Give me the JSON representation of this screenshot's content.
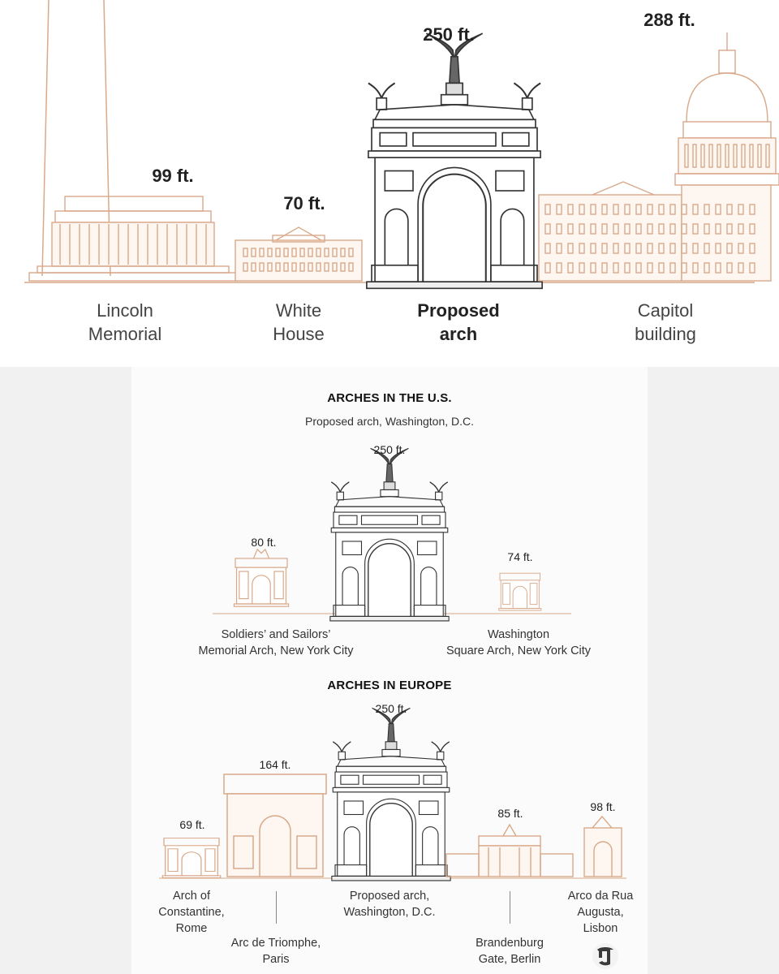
{
  "top": {
    "buildings": [
      {
        "height": "99 ft.",
        "label_line1": "Lincoln",
        "label_line2": "Memorial"
      },
      {
        "height": "70 ft.",
        "label_line1": "White",
        "label_line2": "House"
      },
      {
        "height": "250 ft.",
        "label_line1": "Proposed",
        "label_line2": "arch"
      },
      {
        "height": "288 ft.",
        "label_line1": "Capitol",
        "label_line2": "building"
      }
    ]
  },
  "us": {
    "title": "ARCHES IN THE U.S.",
    "subtitle": "Proposed arch, Washington, D.C.",
    "proposed_height": "250 ft.",
    "left": {
      "height": "80 ft.",
      "line1": "Soldiers’ and Sailors’",
      "line2": "Memorial Arch, New York City"
    },
    "right": {
      "height": "74 ft.",
      "line1": "Washington",
      "line2": "Square Arch, New York City"
    }
  },
  "europe": {
    "title": "ARCHES IN EUROPE",
    "proposed_height": "250 ft.",
    "items": [
      {
        "height": "69 ft.",
        "line1": "Arch of",
        "line2": "Constantine,",
        "line3": "Rome"
      },
      {
        "height": "164 ft.",
        "line1": "Arc de Triomphe,",
        "line2": "Paris"
      },
      {
        "line1": "Proposed arch,",
        "line2": "Washington, D.C."
      },
      {
        "height": "85 ft.",
        "line1": "Brandenburg",
        "line2": "Gate, Berlin"
      },
      {
        "height": "98 ft.",
        "line1": "Arco da Rua",
        "line2": "Augusta,",
        "line3": "Lisbon"
      }
    ]
  },
  "colors": {
    "accent_orange": "#d9a98a",
    "ink": "#2b2b2b",
    "text": "#333333"
  },
  "logo_icon": "nyt-t-logo"
}
